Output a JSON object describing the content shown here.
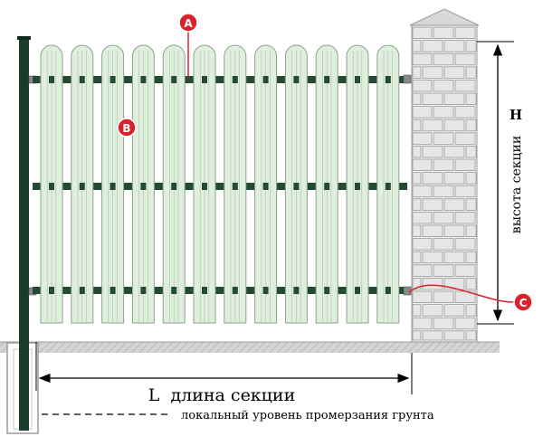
{
  "labels": {
    "marker_a": "A",
    "marker_b": "B",
    "marker_c": "C",
    "height_symbol": "H",
    "height_caption": "высота секции",
    "length_caption": "L  длина секции",
    "frost_caption": "локальный уровень промерзания грунта"
  },
  "colors": {
    "picket_fill": "#dfeedd",
    "picket_stroke": "#8aa58c",
    "rail": "#244a34",
    "post": "#1c3b2a",
    "marker": "#d9232c",
    "brick_fill": "#e6e6e6",
    "brick_stroke": "#9a9a9a",
    "ground": "#c4c4c4"
  },
  "icons": {
    "marker_shape": "red-circle-icon",
    "dimension_arrow": "arrow-icon"
  }
}
